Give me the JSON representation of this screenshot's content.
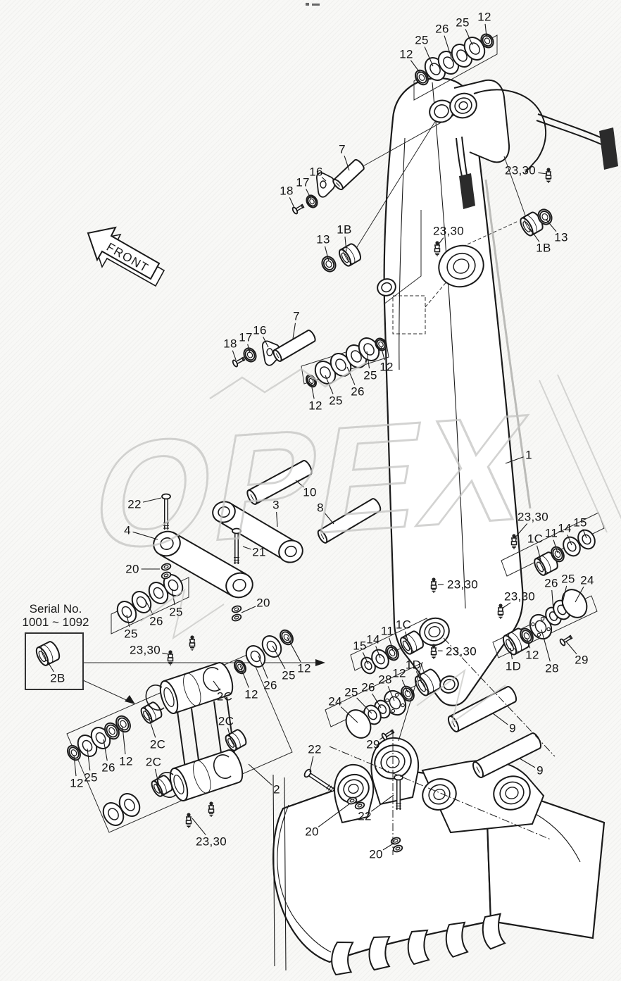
{
  "document": {
    "type": "excavator arm and bucket exploded parts diagram",
    "page_bg": "#f8f8f6",
    "ink": "#1a1a1a",
    "watermark_color": "#c5c5c3"
  },
  "watermark": {
    "text": "OPEX"
  },
  "front_arrow": {
    "label": "FRONT"
  },
  "serial_box": {
    "title": "Serial No.",
    "range": "1001 ~ 1092"
  },
  "artifacts": {
    "top_edge_marks": "tiny illegible print specks at top center"
  },
  "callouts": [
    [
      "12",
      577,
      77,
      597,
      104
    ],
    [
      "25",
      599,
      57,
      615,
      94
    ],
    [
      "26",
      628,
      41,
      641,
      82
    ],
    [
      "25",
      657,
      32,
      671,
      64
    ],
    [
      "12",
      688,
      24,
      691,
      52
    ],
    [
      "23,30",
      739,
      242,
      777,
      247
    ],
    [
      "7",
      486,
      212,
      496,
      242
    ],
    [
      "16",
      449,
      244,
      463,
      257
    ],
    [
      "17",
      430,
      259,
      442,
      283
    ],
    [
      "18",
      407,
      271,
      418,
      295
    ],
    [
      "13",
      459,
      340,
      467,
      371
    ],
    [
      "1B",
      489,
      326,
      492,
      357
    ],
    [
      "23,30",
      637,
      328,
      622,
      348
    ],
    [
      "1B",
      772,
      352,
      753,
      325
    ],
    [
      "13",
      797,
      337,
      775,
      311
    ],
    [
      "7",
      421,
      449,
      416,
      481
    ],
    [
      "16",
      369,
      469,
      381,
      493
    ],
    [
      "17",
      349,
      479,
      355,
      501
    ],
    [
      "18",
      327,
      488,
      335,
      511
    ],
    [
      "12",
      448,
      576,
      442,
      545
    ],
    [
      "25",
      477,
      569,
      462,
      533
    ],
    [
      "26",
      508,
      556,
      493,
      521
    ],
    [
      "25",
      526,
      533,
      521,
      499
    ],
    [
      "12",
      549,
      521,
      541,
      492
    ],
    [
      "1",
      751,
      646,
      718,
      658
    ],
    [
      "22",
      191,
      716,
      229,
      707
    ],
    [
      "4",
      181,
      753,
      224,
      766
    ],
    [
      "3",
      392,
      717,
      394,
      748
    ],
    [
      "10",
      440,
      699,
      420,
      682
    ],
    [
      "8",
      455,
      721,
      474,
      744
    ],
    [
      "21",
      368,
      784,
      345,
      776
    ],
    [
      "20",
      188,
      808,
      227,
      808
    ],
    [
      "20",
      374,
      856,
      343,
      870
    ],
    [
      "23,30",
      757,
      734,
      731,
      764
    ],
    [
      "1C",
      760,
      765,
      769,
      799
    ],
    [
      "11",
      783,
      757,
      792,
      785
    ],
    [
      "14",
      802,
      750,
      812,
      774
    ],
    [
      "15",
      824,
      742,
      833,
      764
    ],
    [
      "26",
      783,
      828,
      786,
      867
    ],
    [
      "25",
      807,
      822,
      798,
      860
    ],
    [
      "24",
      834,
      824,
      817,
      855
    ],
    [
      "23,30",
      738,
      847,
      713,
      864
    ],
    [
      "12",
      756,
      930,
      748,
      906
    ],
    [
      "28",
      784,
      949,
      769,
      894
    ],
    [
      "29",
      826,
      937,
      804,
      911
    ],
    [
      "1D",
      729,
      946,
      725,
      920
    ],
    [
      "25",
      186,
      900,
      180,
      873
    ],
    [
      "26",
      222,
      882,
      207,
      853
    ],
    [
      "25",
      250,
      869,
      244,
      836
    ],
    [
      "23,30",
      206,
      923,
      240,
      929
    ],
    [
      "23,30",
      657,
      830,
      622,
      830
    ],
    [
      "1C",
      573,
      887,
      580,
      913
    ],
    [
      "11",
      550,
      896,
      558,
      924
    ],
    [
      "14",
      530,
      908,
      540,
      934
    ],
    [
      "15",
      511,
      917,
      523,
      943
    ],
    [
      "23,30",
      655,
      925,
      622,
      924
    ],
    [
      "1D",
      587,
      944,
      599,
      970
    ],
    [
      "12",
      567,
      956,
      579,
      983
    ],
    [
      "28",
      547,
      965,
      560,
      995
    ],
    [
      "26",
      523,
      976,
      541,
      1005
    ],
    [
      "25",
      499,
      983,
      528,
      1013
    ],
    [
      "24",
      476,
      996,
      508,
      1026
    ],
    [
      "29",
      530,
      1057,
      545,
      1046
    ],
    [
      "22",
      447,
      1064,
      440,
      1096
    ],
    [
      "12",
      357,
      986,
      341,
      945
    ],
    [
      "26",
      384,
      973,
      367,
      931
    ],
    [
      "25",
      410,
      959,
      387,
      917
    ],
    [
      "12",
      432,
      949,
      408,
      905
    ],
    [
      "2C",
      319,
      989,
      303,
      967
    ],
    [
      "2C",
      321,
      1024,
      328,
      1051
    ],
    [
      "2C",
      224,
      1057,
      211,
      1018
    ],
    [
      "2C",
      218,
      1082,
      226,
      1116
    ],
    [
      "12",
      179,
      1081,
      174,
      1032
    ],
    [
      "26",
      154,
      1090,
      147,
      1050
    ],
    [
      "25",
      129,
      1104,
      124,
      1063
    ],
    [
      "12",
      109,
      1112,
      105,
      1072
    ],
    [
      "23,30",
      300,
      1195,
      273,
      1162
    ],
    [
      "2",
      393,
      1121,
      353,
      1085
    ],
    [
      "20",
      443,
      1181,
      497,
      1141
    ],
    [
      "22",
      518,
      1159,
      559,
      1129
    ],
    [
      "20",
      534,
      1213,
      560,
      1197
    ],
    [
      "9",
      728,
      1034,
      700,
      1013
    ],
    [
      "9",
      767,
      1094,
      738,
      1077
    ],
    [
      "2B",
      82,
      963,
      66,
      937
    ]
  ]
}
